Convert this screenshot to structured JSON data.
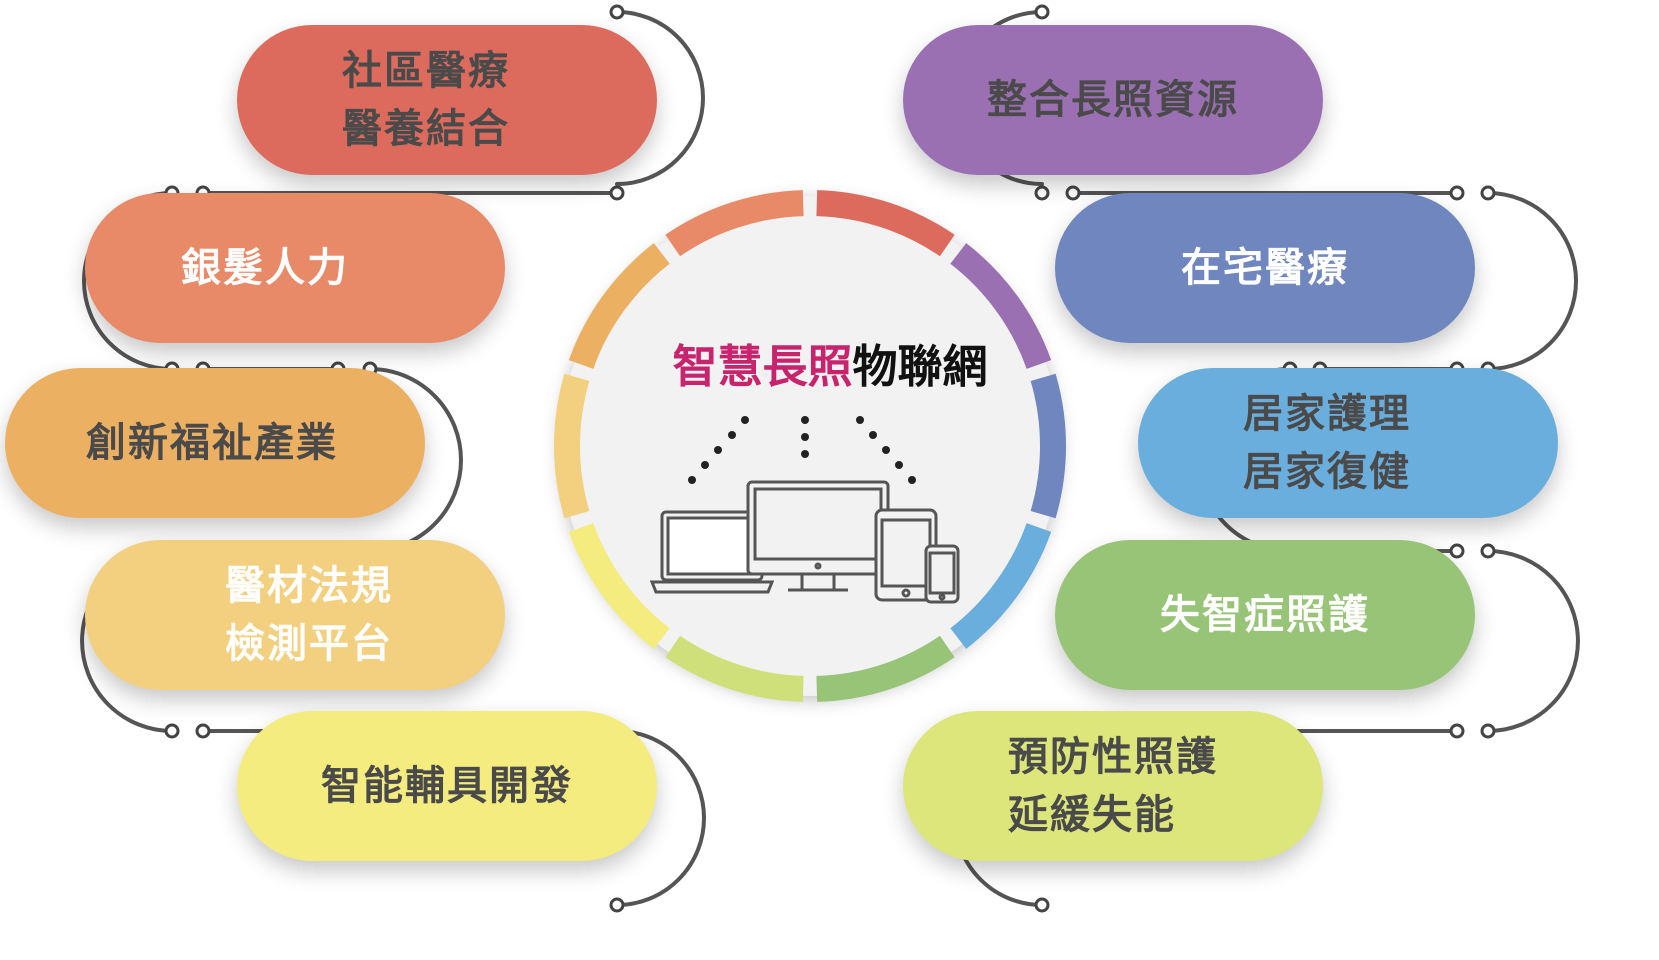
{
  "hub": {
    "title_highlight": "智慧長照",
    "title_rest": "物聯網",
    "highlight_color": "#c8246e",
    "devices": [
      "laptop-icon",
      "desktop-monitor-icon",
      "tablet-icon",
      "smartphone-icon"
    ]
  },
  "nodes": [
    {
      "lines": [
        "社區醫療",
        "醫養結合"
      ],
      "color": "#dd6b5d",
      "text_color": "#4a4a4a"
    },
    {
      "lines": [
        "銀髮人力"
      ],
      "color": "#e88a68",
      "text_color": "#ffffff"
    },
    {
      "lines": [
        "創新福祉產業"
      ],
      "color": "#ecb062",
      "text_color": "#4a4a4a"
    },
    {
      "lines": [
        "醫材法規",
        "檢測平台"
      ],
      "color": "#f2d080",
      "text_color": "#ffffff"
    },
    {
      "lines": [
        "智能輔具開發"
      ],
      "color": "#f4ec7e",
      "text_color": "#4a4a4a"
    },
    {
      "lines": [
        "整合長照資源"
      ],
      "color": "#9a70b3",
      "text_color": "#4a4a4a"
    },
    {
      "lines": [
        "在宅醫療"
      ],
      "color": "#6f86bf",
      "text_color": "#ffffff"
    },
    {
      "lines": [
        "居家護理",
        "居家復健"
      ],
      "color": "#6aaedd",
      "text_color": "#4a4a4a"
    },
    {
      "lines": [
        "失智症照護"
      ],
      "color": "#98c478",
      "text_color": "#ffffff"
    },
    {
      "lines": [
        "預防性照護",
        "延緩失能"
      ],
      "color": "#dde67a",
      "text_color": "#4a4a4a"
    }
  ],
  "ring_colors": [
    "#dd6b5d",
    "#9a70b3",
    "#6f86bf",
    "#6aaedd",
    "#98c478",
    "#cfe07a",
    "#f4ec7e",
    "#f2d080",
    "#ecb062",
    "#e88a68"
  ]
}
